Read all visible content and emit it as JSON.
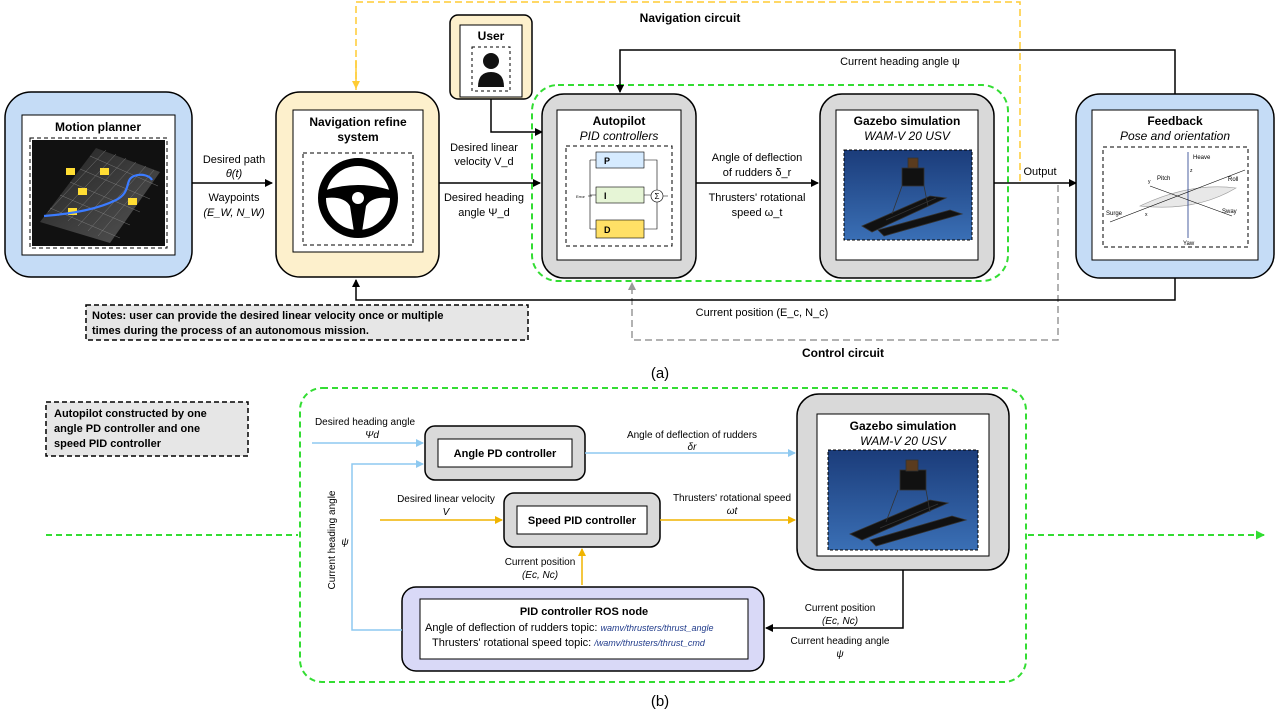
{
  "panel_a": {
    "caption": "(a)",
    "navigation_circuit_label": "Navigation circuit",
    "control_circuit_label": "Control circuit",
    "motion_planner": {
      "title": "Motion planner"
    },
    "nav_refine": {
      "title_line1": "Navigation refine",
      "title_line2": "system"
    },
    "user": {
      "title": "User"
    },
    "autopilot": {
      "title": "Autopilot",
      "subtitle": "PID controllers",
      "p_label": "P",
      "i_label": "I",
      "d_label": "D",
      "sum_label": "Σ",
      "error_label": "Error"
    },
    "gazebo": {
      "title": "Gazebo simulation",
      "subtitle": "WAM-V 20 USV"
    },
    "feedback": {
      "title": "Feedback",
      "subtitle": "Pose and orientation",
      "axes": {
        "heave": "Heave",
        "pitch": "Pitch",
        "roll": "Roll",
        "surge": "Surge",
        "sway": "Sway",
        "yaw": "Yaw",
        "x": "x",
        "y": "y",
        "z": "z"
      }
    },
    "labels": {
      "desired_path_1": "Desired path",
      "desired_path_2": "θ(t)",
      "waypoints_1": "Waypoints",
      "waypoints_2": "(E_W, N_W)",
      "desired_linear_1": "Desired linear",
      "desired_linear_2": "velocity V_d",
      "desired_heading_1": "Desired heading",
      "desired_heading_2": "angle Ψ_d",
      "angle_deflection_1": "Angle of deflection",
      "angle_deflection_2": "of rudders δ_r",
      "thrusters_1": "Thrusters' rotational",
      "thrusters_2": "speed ω_t",
      "output": "Output",
      "current_heading": "Current heading angle ψ",
      "current_position": "Current position (E_c, N_c)"
    },
    "notes_line1": "Notes:  user can provide the desired linear velocity once or multiple",
    "notes_line2": "times during the process  of an autonomous mission."
  },
  "panel_b": {
    "caption": "(b)",
    "note_line1": "Autopilot constructed  by one",
    "note_line2": "angle PD controller and one",
    "note_line3": "speed PID controller",
    "angle_pd": "Angle PD controller",
    "speed_pid": "Speed PID controller",
    "ros_node": {
      "title": "PID controller ROS node",
      "line1_label": "Angle of deflection of rudders topic: ",
      "line1_topic": "wamv/thrusters/thrust_angle",
      "line2_label": "Thrusters'  rotational speed topic: ",
      "line2_topic": "/wamv/thrusters/thrust_cmd"
    },
    "gazebo": {
      "title": "Gazebo simulation",
      "subtitle": "WAM-V 20 USV"
    },
    "labels": {
      "desired_heading_1": "Desired heading angle",
      "desired_heading_2": "Ψd",
      "desired_linear_1": "Desired linear velocity",
      "desired_linear_2": "V",
      "angle_deflection_1": "Angle of deflection of rudders",
      "angle_deflection_2": "δr",
      "thrusters_1": "Thrusters' rotational speed",
      "thrusters_2": "ωt",
      "current_position_1": "Current position",
      "current_position_2": "(Ec, Nc)",
      "current_position_b1": "Current position",
      "current_position_b2": "(Ec, Nc)",
      "current_heading_b1": "Current heading angle",
      "current_heading_b2": "ψ",
      "current_heading_vertical": "Current heading angle",
      "current_heading_vertical_2": "ψ"
    }
  },
  "colors": {
    "blue_box": "#c5dcf6",
    "yellow_box": "#fdf0cc",
    "gray_box": "#d9d9d9",
    "lavender_box": "#d9d9f7",
    "green_dash": "#33dd33",
    "yellow_dash": "#ffcc33",
    "light_blue_line": "#8ec9f0",
    "orange_line": "#f0b400"
  }
}
